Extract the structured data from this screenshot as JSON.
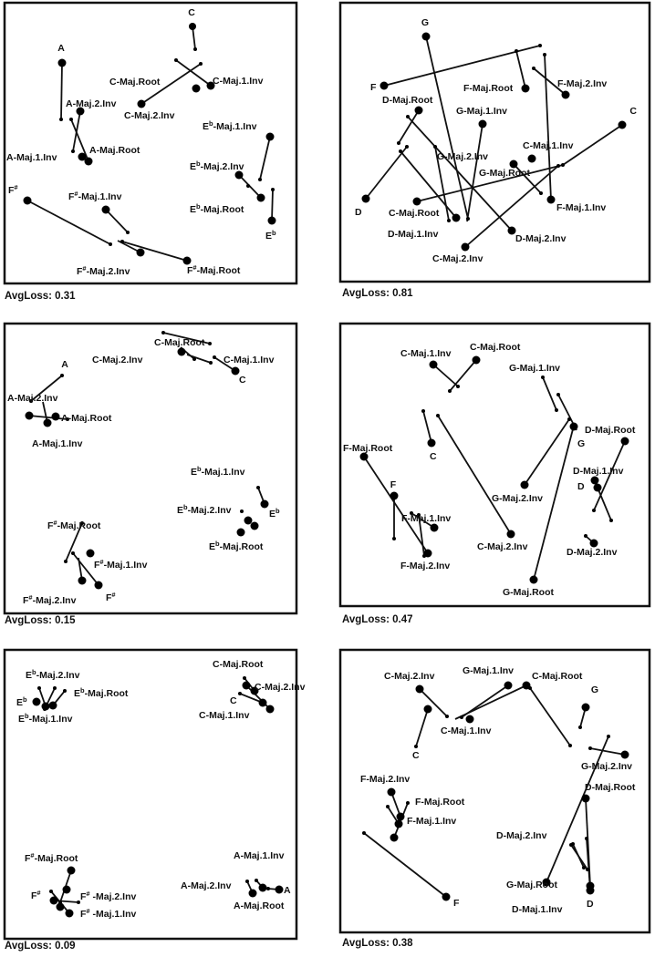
{
  "panels": [
    {
      "caption": "AvgLoss: 0.31",
      "labels": [
        "C",
        "C-Maj.Root",
        "C-Maj.1.Inv",
        "C-Maj.2.Inv",
        "A",
        "A-Maj.2.Inv",
        "A-Maj.1.Inv",
        "A-Maj.Root",
        "E^b-Maj.1.Inv",
        "E^b-Maj.2.Inv",
        "E^b-Maj.Root",
        "E^b",
        "F^#",
        "F^#-Maj.1.Inv",
        "F^#-Maj.2.Inv",
        "F^#-Maj.Root"
      ]
    },
    {
      "caption": "AvgLoss: 0.81",
      "labels": [
        "G",
        "F",
        "F-Maj.Root",
        "F-Maj.2.Inv",
        "C",
        "D-Maj.Root",
        "G-Maj.1.Inv",
        "C-Maj.1.Inv",
        "G-Maj.2.Inv",
        "G-Maj.Root",
        "D",
        "C-Maj.Root",
        "F-Maj.1.Inv",
        "D-Maj.1.Inv",
        "D-Maj.2.Inv",
        "C-Maj.2.Inv"
      ]
    },
    {
      "caption": "AvgLoss: 0.15",
      "labels": [
        "C-Maj.Root",
        "C-Maj.2.Inv",
        "C-Maj.1.Inv",
        "C",
        "A",
        "A-Maj.2.Inv",
        "A-Maj.Root",
        "A-Maj.1.Inv",
        "E^b-Maj.1.Inv",
        "E^b-Maj.2.Inv",
        "E^b",
        "E^b-Maj.Root",
        "F^#-Maj.Root",
        "F^#-Maj.1.Inv",
        "F^#-Maj.2.Inv",
        "F^#"
      ]
    },
    {
      "caption": "AvgLoss: 0.47",
      "labels": [
        "C-Maj.1.Inv",
        "C-Maj.Root",
        "G-Maj.1.Inv",
        "C",
        "G",
        "D-Maj.Root",
        "F-Maj.Root",
        "D-Maj.1.Inv",
        "D",
        "F",
        "G-Maj.2.Inv",
        "F-Maj.1.Inv",
        "C-Maj.2.Inv",
        "D-Maj.2.Inv",
        "F-Maj.2.Inv",
        "G-Maj.Root"
      ]
    },
    {
      "caption": "AvgLoss: 0.09",
      "labels": [
        "E^b-Maj.2.Inv",
        "E^b",
        "E^b-Maj.Root",
        "E^b-Maj.1.Inv",
        "C-Maj.Root",
        "C",
        "C-Maj.2.Inv",
        "C-Maj.1.Inv",
        "F^#-Maj.Root",
        "F^#",
        "F^# -Maj.2.Inv",
        "F^# -Maj.1.Inv",
        "A-Maj.1.Inv",
        "A-Maj.2.Inv",
        "A",
        "A-Maj.Root"
      ]
    },
    {
      "caption": "AvgLoss: 0.38",
      "labels": [
        "C-Maj.2.Inv",
        "G-Maj.1.Inv",
        "C-Maj.Root",
        "G",
        "C-Maj.1.Inv",
        "C",
        "G-Maj.2.Inv",
        "F-Maj.2.Inv",
        "D-Maj.Root",
        "F-Maj.Root",
        "F-Maj.1.Inv",
        "D-Maj.2.Inv",
        "G-Maj.Root",
        "D",
        "D-Maj.1.Inv",
        "F"
      ]
    }
  ]
}
